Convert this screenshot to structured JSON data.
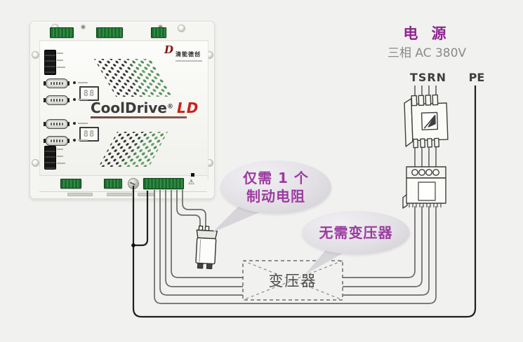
{
  "colors": {
    "background": "#f1f1ef",
    "power_title_purple": "#8e2490",
    "callout_purple": "#9c3ba0",
    "brand_red": "#c6231d",
    "terminal_green": "#1d6b2f",
    "wire_gray": "#6b6b6b",
    "wire_black": "#1f1f1f"
  },
  "drive": {
    "brand_logo_text": "清能德创",
    "model": "CoolDrive",
    "reg_mark": "®",
    "series": "LD",
    "display_left": "88",
    "display_right": "88",
    "warning_icon": "⚠"
  },
  "power": {
    "title": "电 源",
    "subtitle": "三相 AC 380V",
    "phases_label": "TSRN",
    "earth_label": "PE"
  },
  "callouts": [
    {
      "lines": [
        "仅需 1 个",
        "制动电阻"
      ]
    },
    {
      "lines": [
        "无需变压器"
      ]
    }
  ],
  "transformer": {
    "label": "变压器"
  }
}
